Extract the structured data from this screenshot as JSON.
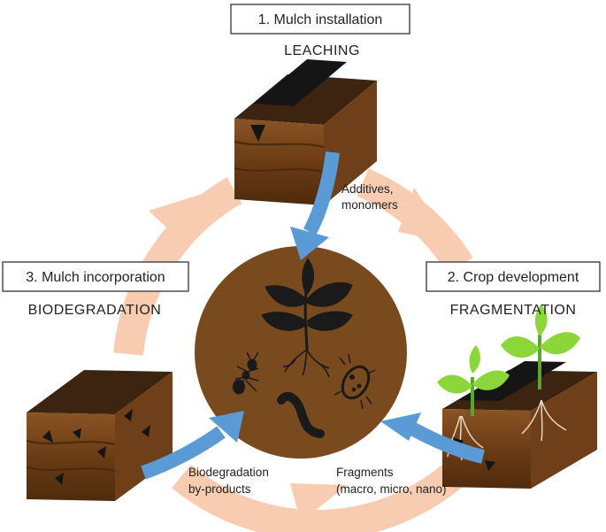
{
  "stages": [
    {
      "title": "1. Mulch installation",
      "process": "LEACHING"
    },
    {
      "title": "2. Crop development",
      "process": "FRAGMENTATION"
    },
    {
      "title": "3. Mulch incorporation",
      "process": "BIODEGRADATION"
    }
  ],
  "flows": {
    "leaching": [
      "Additives,",
      "monomers"
    ],
    "fragmentation": [
      "Fragments",
      "(macro, micro, nano)"
    ],
    "biodegradation": [
      "Biodegradation",
      "by-products"
    ]
  },
  "colors": {
    "cycle_ring": "#f8ccb0",
    "soil_circle": "#7a4a1f",
    "soil_dark": "#3d2410",
    "soil_mid": "#6e3f18",
    "flow_arrow": "#5b9bd5",
    "mulch": "#151515",
    "leaf": "#8dd63a",
    "stem": "#5aa82a"
  }
}
